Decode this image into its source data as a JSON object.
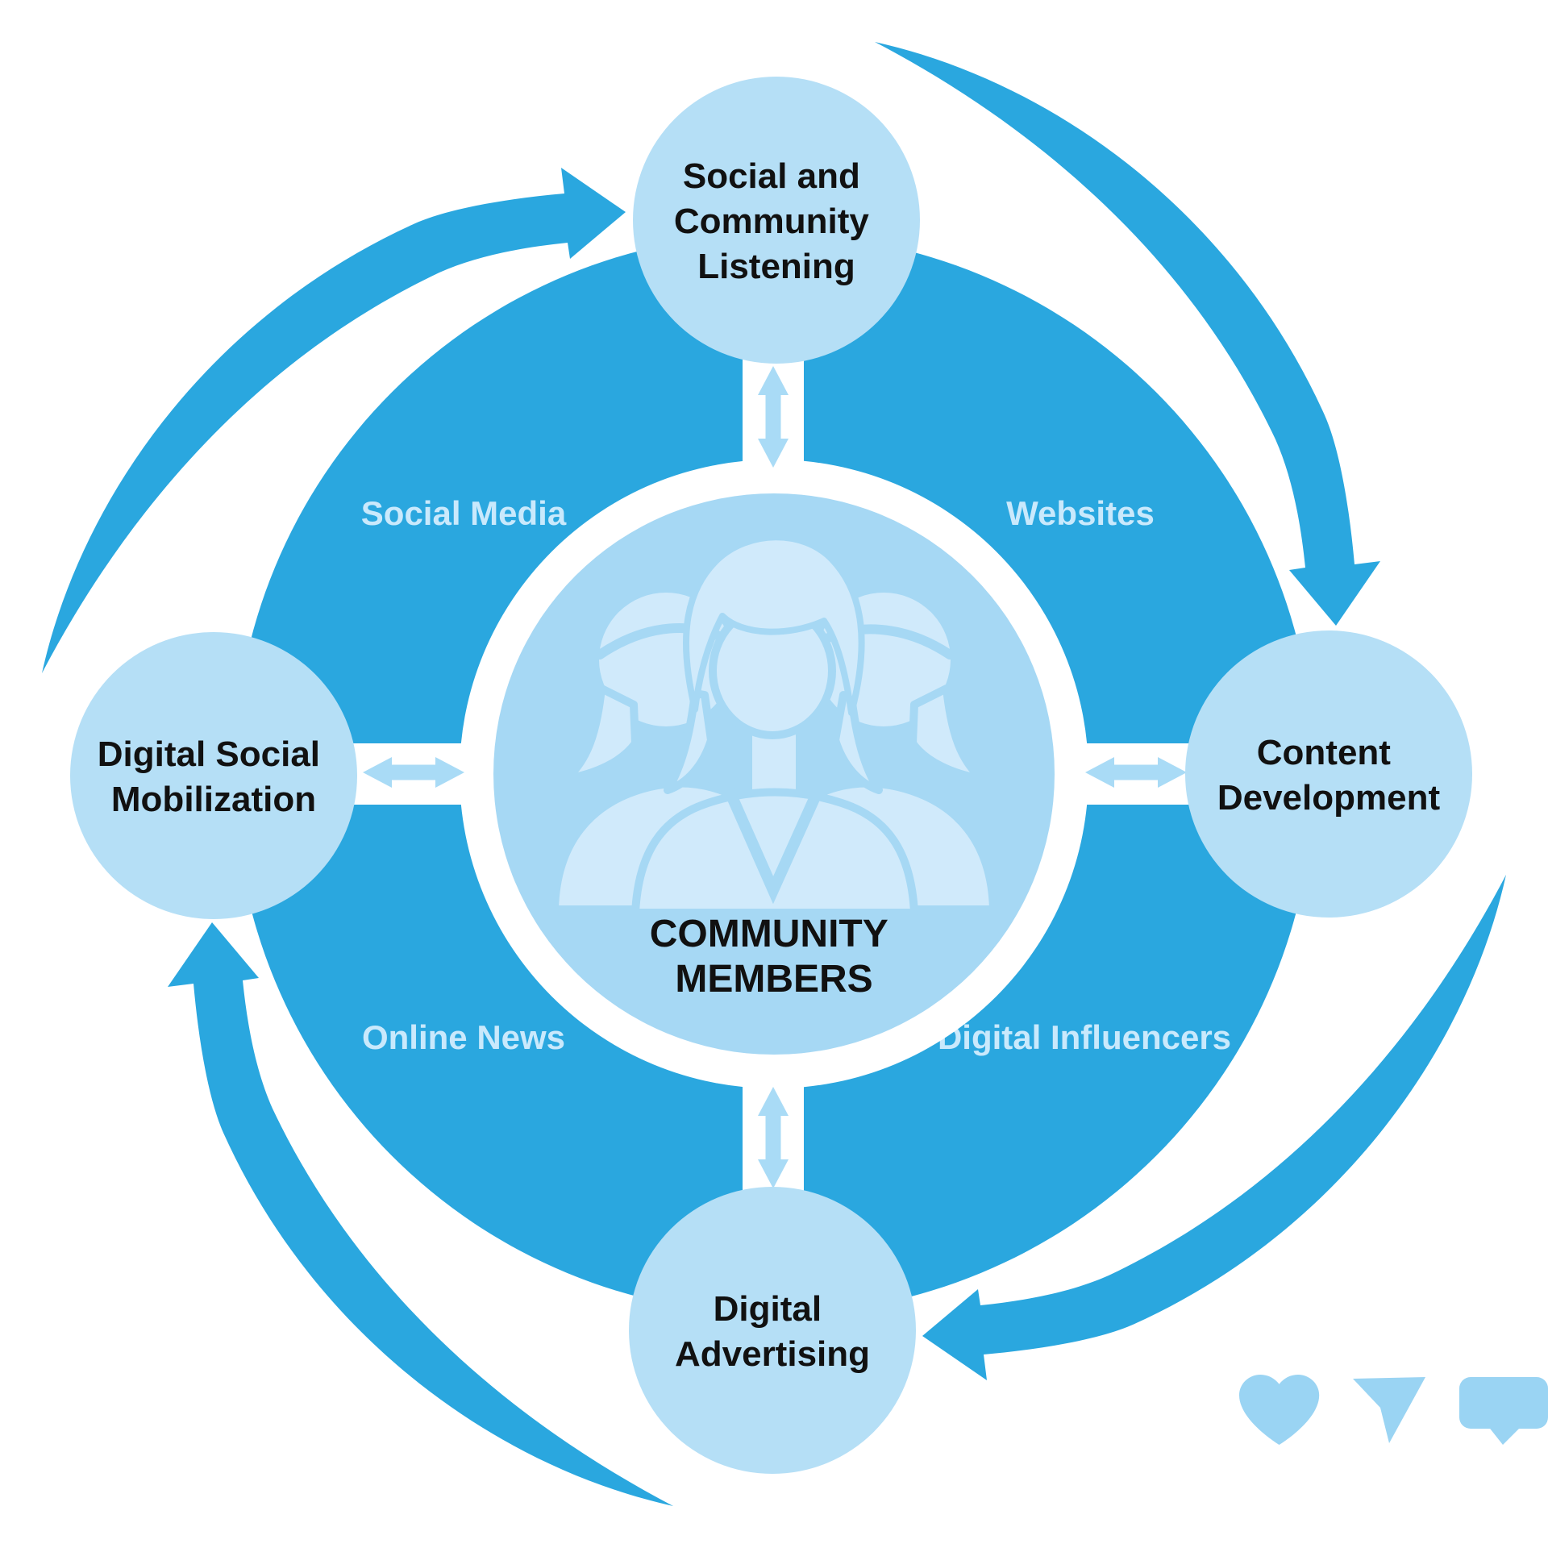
{
  "diagram": {
    "center_node": {
      "label_lines": [
        "COMMUNITY",
        "MEMBERS"
      ],
      "icon": "people-group-icon"
    },
    "nodes": {
      "top": {
        "label_lines": [
          "Social and",
          "Community",
          "Listening"
        ]
      },
      "right": {
        "label_lines": [
          "Content",
          "Development"
        ]
      },
      "bottom": {
        "label_lines": [
          "Digital",
          "Advertising"
        ]
      },
      "left": {
        "label_lines": [
          "Digital Social",
          "Mobilization"
        ]
      }
    },
    "ring_labels": {
      "top_left": "Social Media",
      "top_right": "Websites",
      "bottom_left": "Online News",
      "bottom_right": "Digital Influencers"
    },
    "footer_icons": [
      "heart-icon",
      "send-icon",
      "speech-bubble-icon"
    ],
    "colors": {
      "primary": "#2AA7DF",
      "node_fill": "#B5DFF6",
      "center_fill": "#A6D8F4",
      "silhouette": "#D0EAFB",
      "ring_label": "#C9E9FC",
      "connector_arrow": "#A9DBF6",
      "footer_icon": "#9AD4F3",
      "label": "#111111"
    }
  }
}
